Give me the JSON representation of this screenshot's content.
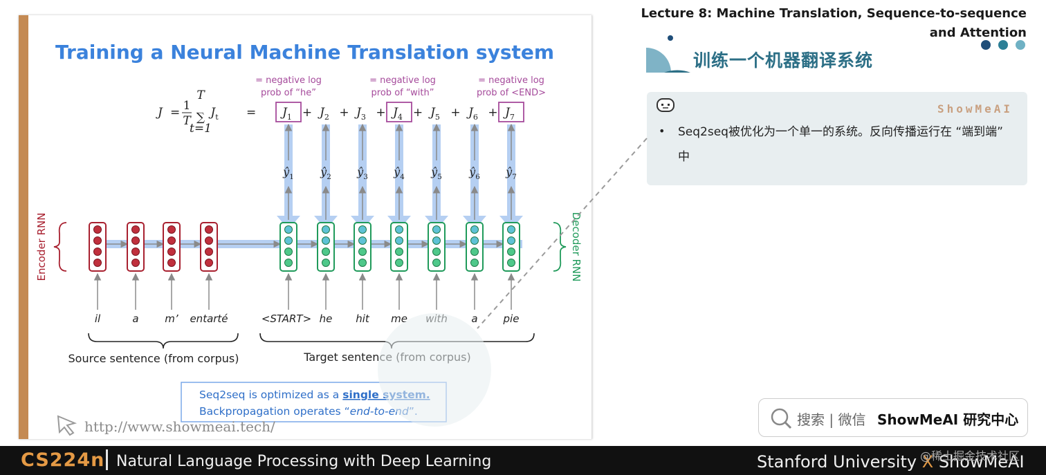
{
  "slide": {
    "title": "Training a Neural Machine Translation system",
    "loss_formula_j": "J",
    "loss_formula_eq": "=",
    "loss_frac_num": "1",
    "loss_frac_den": "T",
    "loss_sum_top": "T",
    "loss_sum_bottom": "t=1",
    "loss_sum_term": "J",
    "loss_sum_sub": "t",
    "loss_equals": "=",
    "annotations": [
      {
        "line1": "= negative log",
        "line2": "prob of “he”"
      },
      {
        "line1": "= negative log",
        "line2": "prob of “with”"
      },
      {
        "line1": "= negative log",
        "line2": "prob of <END>"
      }
    ],
    "plus": "+",
    "loss_terms": [
      {
        "base": "J",
        "sub": "1"
      },
      {
        "base": "J",
        "sub": "2"
      },
      {
        "base": "J",
        "sub": "3"
      },
      {
        "base": "J",
        "sub": "4"
      },
      {
        "base": "J",
        "sub": "5"
      },
      {
        "base": "J",
        "sub": "6"
      },
      {
        "base": "J",
        "sub": "7"
      }
    ],
    "outputs": [
      {
        "base": "ŷ",
        "sub": "1"
      },
      {
        "base": "ŷ",
        "sub": "2"
      },
      {
        "base": "ŷ",
        "sub": "3"
      },
      {
        "base": "ŷ",
        "sub": "4"
      },
      {
        "base": "ŷ",
        "sub": "5"
      },
      {
        "base": "ŷ",
        "sub": "6"
      },
      {
        "base": "ŷ",
        "sub": "7"
      }
    ],
    "encoder_label": "Encoder RNN",
    "decoder_label": "Decoder RNN",
    "source_words": [
      "il",
      "a",
      "m’",
      "entarté"
    ],
    "target_words": [
      "<START>",
      "he",
      "hit",
      "me",
      "with",
      "a",
      "pie"
    ],
    "source_caption": "Source sentence (from corpus)",
    "target_caption": "Target sentence (from corpus)",
    "callout_prefix": "Seq2seq is optimized as a ",
    "callout_emph": "single system.",
    "callout_line2_prefix": "Backpropagation operates “",
    "callout_line2_emph": "end-to-end",
    "callout_line2_suffix": "”.",
    "url": "http://www.showmeai.tech/"
  },
  "header": {
    "lecture_title_line1": "Lecture 8: Machine Translation, Sequence-to-sequence",
    "lecture_title_line2": "and Attention",
    "section_title": "训练一个机器翻译系统"
  },
  "note": {
    "brand": "ShowMeAI",
    "bullet": "•",
    "text": "Seq2seq被优化为一个单一的系统。反向传播运行在 “端到端” 中"
  },
  "search": {
    "icon": "search-icon",
    "label": "搜索 | 微信",
    "brand": "ShowMeAI 研究中心"
  },
  "footer": {
    "course_code": "CS224n",
    "course_name": "Natural Language Processing with Deep Learning",
    "university": "Stanford University",
    "x": "X",
    "brand": "ShowMeAI",
    "watermark": "@稀土掘金技术社区"
  },
  "colors": {
    "accent_blue": "#3b82dc",
    "encoder_red": "#a8202f",
    "decoder_green": "#1f9a5a",
    "annotation_purple": "#a54a9b",
    "teal": "#2c6f86",
    "orange": "#e59a45"
  }
}
